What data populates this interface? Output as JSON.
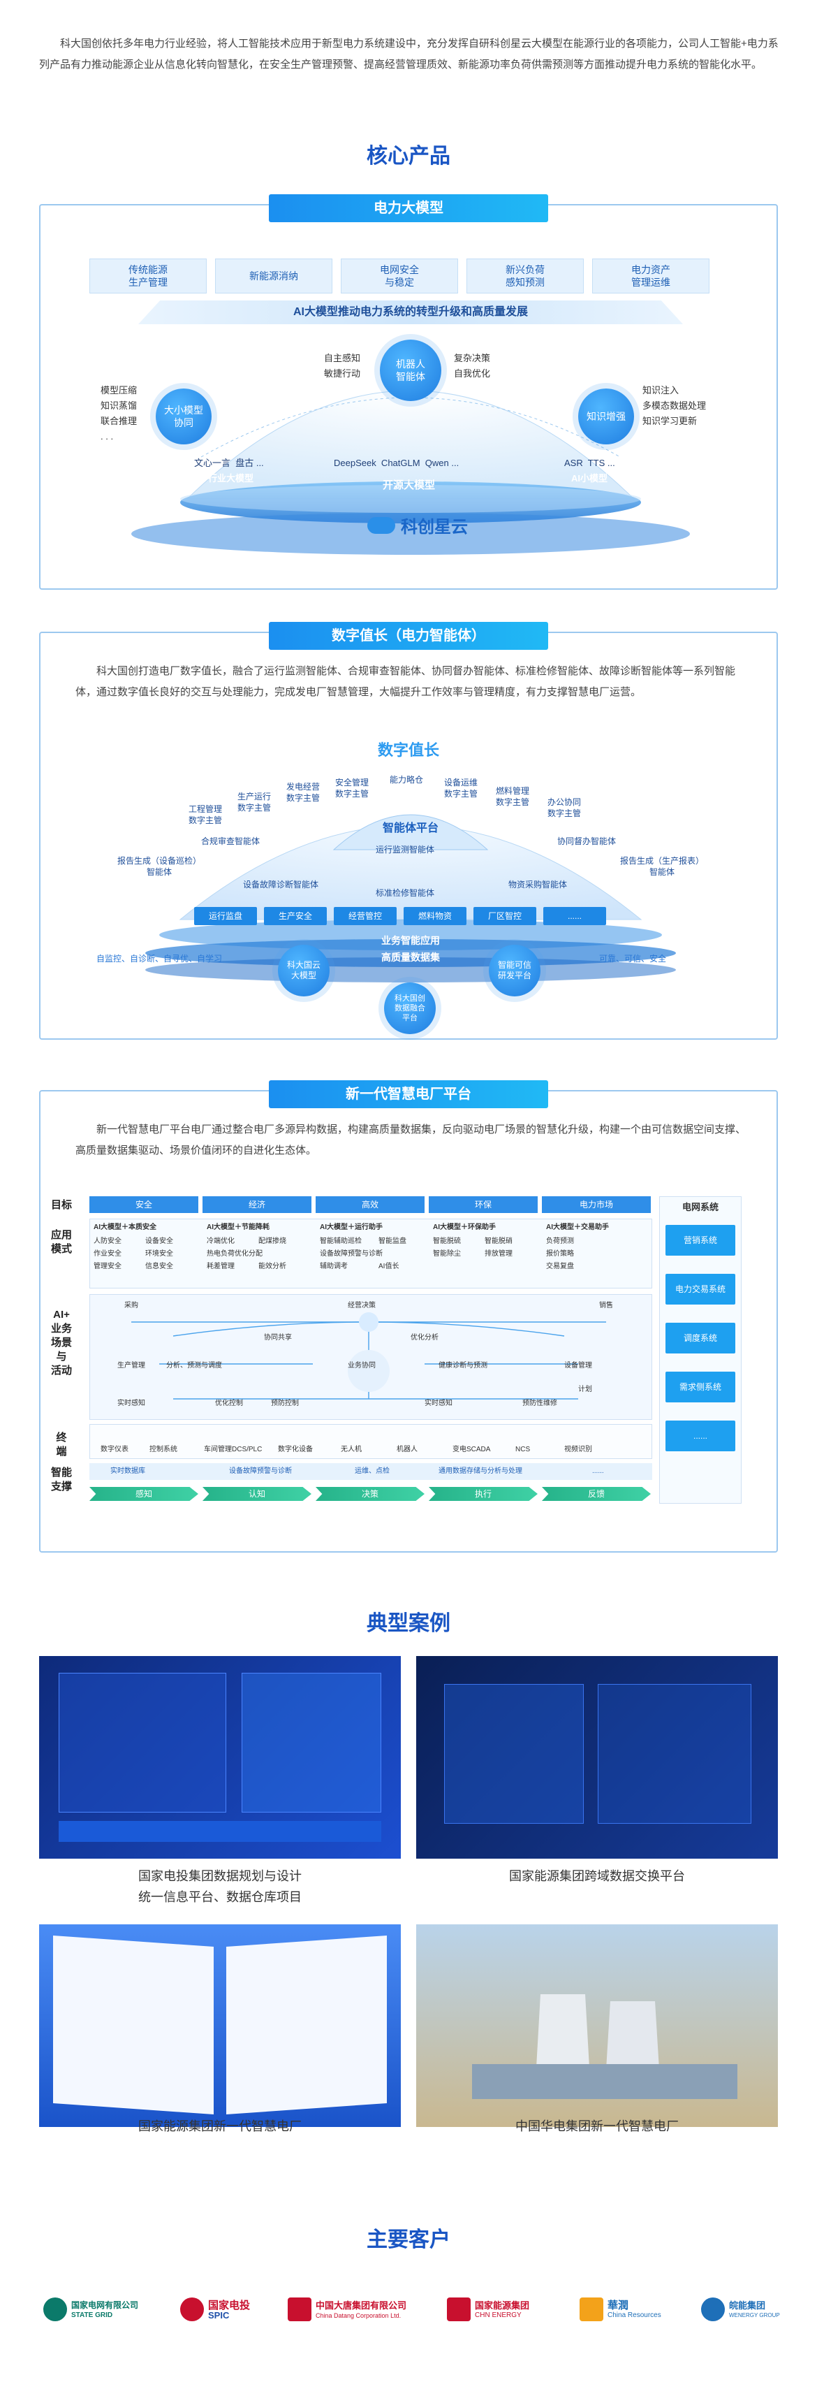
{
  "intro": "科大国创依托多年电力行业经验，将人工智能技术应用于新型电力系统建设中，充分发挥自研科创星云大模型在能源行业的各项能力，公司人工智能+电力系列产品有力推动能源企业从信息化转向智慧化，在安全生产管理预警、提高经营管理质效、新能源功率负荷供需预测等方面推动提升电力系统的智能化水平。",
  "core_products": {
    "title": "核心产品",
    "panel1": {
      "tab": "电力大模型",
      "top_boxes": [
        "传统能源\n生产管理",
        "新能源消纳",
        "电网安全\n与稳定",
        "新兴负荷\n感知预测",
        "电力资产\n管理运维"
      ],
      "band": "AI大模型推动电力系统的转型升级和高质量发展",
      "center_circle": "机器人\n智能体",
      "left_circle": "大小模型\n协同",
      "right_circle": "知识增强",
      "center_left_text": "自主感知\n敏捷行动",
      "center_right_text": "复杂决策\n自我优化",
      "left_text": "模型压缩\n知识蒸馏\n联合推理\n. . .",
      "right_text": "知识注入\n多模态数据处理\n知识学习更新",
      "model_row_left": "文心一言  盘古 ...",
      "model_row_mid": "DeepSeek  ChatGLM  Qwen ...",
      "model_row_right": "ASR  TTS ...",
      "base_left": "行业大模型",
      "base_mid": "开源大模型",
      "base_right": "AI小模型",
      "brand": "科创星云"
    },
    "panel2": {
      "tab": "数字值长（电力智能体）",
      "para": "科大国创打造电厂数字值长，融合了运行监测智能体、合规审查智能体、协同督办智能体、标准检修智能体、故障诊断智能体等一系列智能体，通过数字值长良好的交互与处理能力，完成发电厂智慧管理，大幅提升工作效率与管理精度，有力支撑智慧电厂运营。",
      "diagram_title": "数字值长",
      "top_labels": [
        "工程管理\n数字主管",
        "生产运行\n数字主管",
        "发电经营\n数字主管",
        "安全管理\n数字主管",
        "能力略仓",
        "设备运维\n数字主管",
        "燃料管理\n数字主管",
        "办公协同\n数字主管"
      ],
      "platform": "智能体平台",
      "agents_left": [
        "合规审查智能体",
        "报告生成（设备巡检）\n智能体",
        "设备故障诊断智能体"
      ],
      "agents_center": [
        "运行监测智能体",
        "标准检修智能体"
      ],
      "agents_right": [
        "协同督办智能体",
        "报告生成（生产报表）\n智能体",
        "物资采购智能体"
      ],
      "chips": [
        "运行监盘",
        "生产安全",
        "经营管控",
        "燃料物资",
        "厂区智控",
        "......"
      ],
      "biz_band": "业务智能应用",
      "data_band": "高质量数据集",
      "left_small": "自监控、自诊断、自寻优、自学习",
      "right_small": "可靠、可信、安全",
      "left_circle": "科大国云\n大模型",
      "right_circle": "智能可信\n研发平台",
      "bottom_circle": "科大国创\n数据融合\n平台"
    },
    "panel3": {
      "tab": "新一代智慧电厂平台",
      "para": "新一代智慧电厂平台电厂通过整合电厂多源异构数据，构建高质量数据集，反向驱动电厂场景的智慧化升级，构建一个由可信数据空间支撑、高质量数据集驱动、场景价值闭环的自进化生态体。",
      "row_labels": [
        "目标",
        "应用\n模式",
        "AI+\n业务\n场景\n与\n活动",
        "终\n端",
        "智能\n支撑"
      ],
      "goals": [
        "安全",
        "经济",
        "高效",
        "环保",
        "电力市场"
      ],
      "app_headers": [
        "AI大模型＋本质安全",
        "AI大模型＋节能降耗",
        "AI大模型＋运行助手",
        "AI大模型＋环保助手",
        "AI大模型＋交易助手"
      ],
      "app_items": [
        [
          "人防安全",
          "设备安全",
          "作业安全",
          "环境安全",
          "管理安全",
          "信息安全"
        ],
        [
          "冷端优化",
          "配煤掺烧",
          "热电负荷优化分配",
          "耗差管理",
          "能效分析"
        ],
        [
          "智能辅助巡检",
          "智能监盘",
          "设备故障预警与诊断",
          "辅助调考",
          "AI值长"
        ],
        [
          "智能脱硫",
          "智能脱硝",
          "智能除尘",
          "排放管理"
        ],
        [
          "负荷预测",
          "报价策略",
          "交易复盘"
        ]
      ],
      "grid_system": "电网系统",
      "grid_items": [
        "营销系统",
        "电力交易系统",
        "调度系统",
        "需求侧系统",
        "......"
      ],
      "scene_texts": [
        "采购",
        "经营决策",
        "协同共享",
        "优化分析",
        "销售",
        "生产管理",
        "分析、预测与调度",
        "业务协同",
        "健康诊断与预测",
        "设备管理",
        "实时感知",
        "优化控制",
        "预防控制",
        "实时感知",
        "预防性维修",
        "计划"
      ],
      "terminals": [
        "数字仪表",
        "控制系统",
        "车间管理DCS/PLC",
        "数字化设备",
        "无人机",
        "机器人",
        "变电SCADA",
        "NCS",
        "视频识别"
      ],
      "support": [
        "实时数据库",
        "设备故障预警与诊断",
        "运维、点检",
        "通用数据存储与分析与处理",
        "......"
      ],
      "flow": [
        "感知",
        "认知",
        "决策",
        "执行",
        "反馈"
      ]
    }
  },
  "cases": {
    "title": "典型案例",
    "items": [
      {
        "caption": "国家电投集团数据规划与设计\n统一信息平台、数据仓库项目"
      },
      {
        "caption": "国家能源集团跨域数据交换平台"
      },
      {
        "caption": "国家能源集团新一代智慧电厂"
      },
      {
        "caption": "中国华电集团新一代智慧电厂"
      }
    ]
  },
  "customers": {
    "title": "主要客户",
    "logos": [
      {
        "name": "国家电网有限公司",
        "sub": "STATE GRID",
        "color": "#0b7a6a"
      },
      {
        "name": "国家电投",
        "sub": "SPIC",
        "color": "#c8102e"
      },
      {
        "name": "中国大唐集团有限公司",
        "sub": "China Datang Corporation Ltd.",
        "color": "#c8102e"
      },
      {
        "name": "国家能源集团",
        "sub": "CHN ENERGY",
        "color": "#c8102e"
      },
      {
        "name": "華潤",
        "sub": "China Resources",
        "color": "#1e6fb8"
      },
      {
        "name": "皖能集团",
        "sub": "WENERGY GROUP",
        "color": "#1e6fb8"
      }
    ]
  }
}
